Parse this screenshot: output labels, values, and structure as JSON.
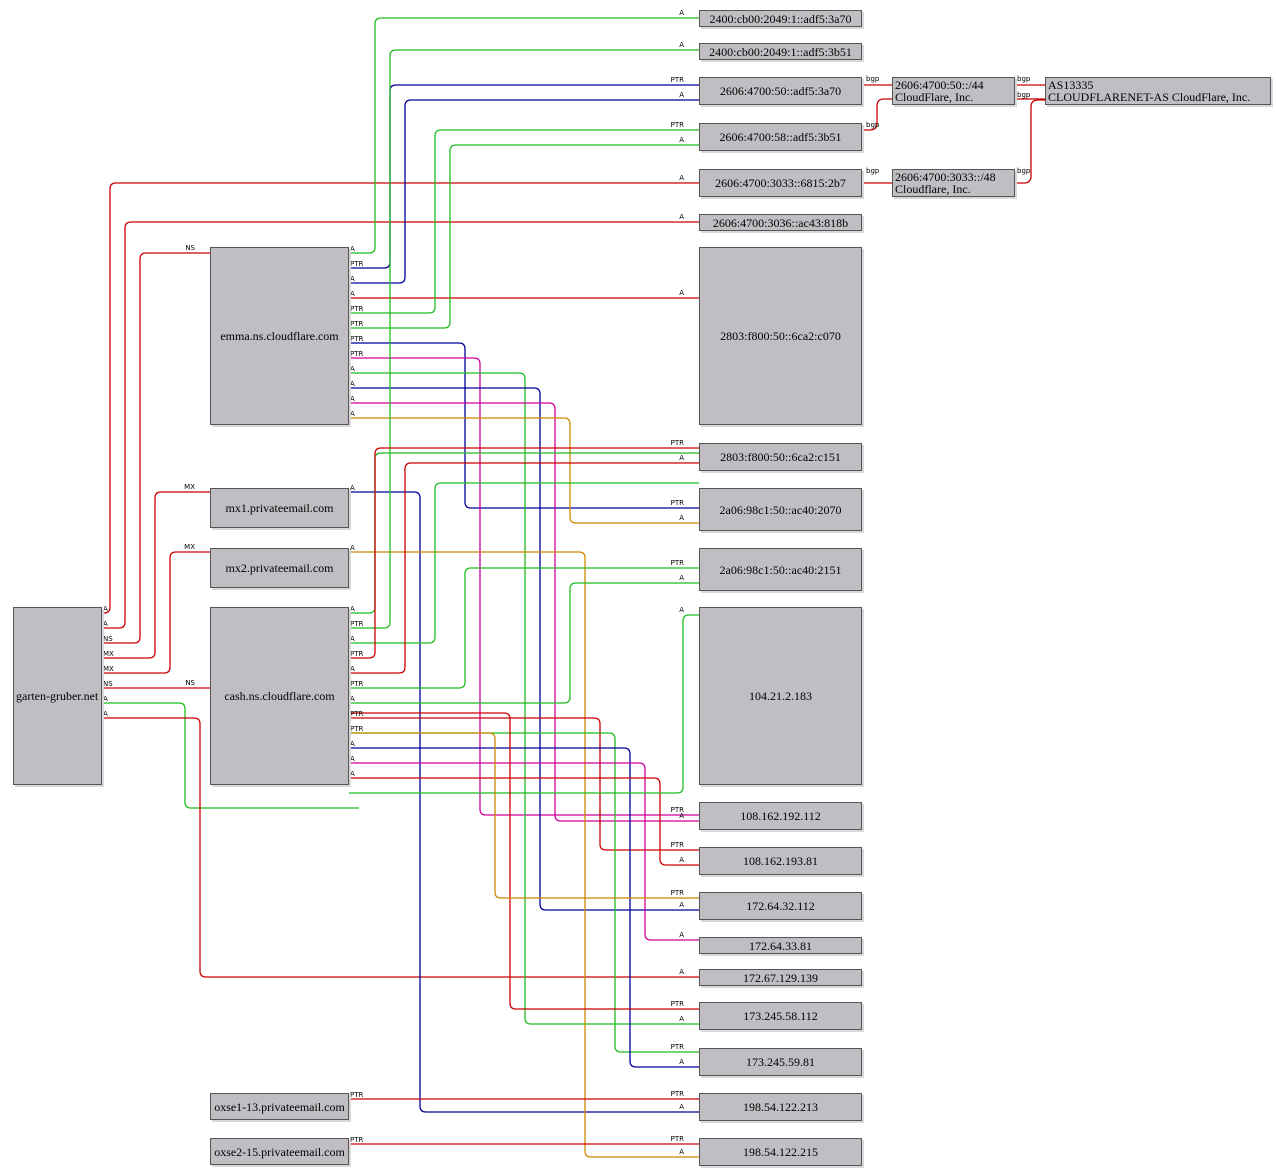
{
  "colors": {
    "red": "#cc0000",
    "green": "#22bb22",
    "blue": "#000099",
    "magenta": "#cc0099",
    "orange": "#cc8800",
    "node_fill": "#c0bec2"
  },
  "nodes": {
    "garten": "garten-gruber.net",
    "emma": "emma.ns.cloudflare.com",
    "cash": "cash.ns.cloudflare.com",
    "mx1": "mx1.privateemail.com",
    "mx2": "mx2.privateemail.com",
    "oxse13": "oxse1-13.privateemail.com",
    "oxse15": "oxse2-15.privateemail.com",
    "ip6_1": "2400:cb00:2049:1::adf5:3a70",
    "ip6_2": "2400:cb00:2049:1::adf5:3b51",
    "ip6_3": "2606:4700:50::adf5:3a70",
    "ip6_4": "2606:4700:58::adf5:3b51",
    "ip6_5": "2606:4700:3033::6815:2b7",
    "ip6_6": "2606:4700:3036::ac43:818b",
    "ip6_7": "2803:f800:50::6ca2:c070",
    "ip6_8": "2803:f800:50::6ca2:c151",
    "ip6_9": "2a06:98c1:50::ac40:2070",
    "ip6_10": "2a06:98c1:50::ac40:2151",
    "ip4_1": "104.21.2.183",
    "ip4_2": "108.162.192.112",
    "ip4_3": "108.162.193.81",
    "ip4_4": "172.64.32.112",
    "ip4_5": "172.64.33.81",
    "ip4_6": "172.67.129.139",
    "ip4_7": "173.245.58.112",
    "ip4_8": "173.245.59.81",
    "ip4_9": "198.54.122.213",
    "ip4_10": "198.54.122.215",
    "net1": [
      "2606:4700:50::/44",
      "CloudFlare, Inc."
    ],
    "net2": [
      "2606:4700:3033::/48",
      "Cloudflare, Inc."
    ],
    "asn": [
      "AS13335",
      "CLOUDFLARENET-AS CloudFlare, Inc."
    ]
  },
  "edge_labels": {
    "a": "A",
    "ptr": "PTR",
    "ns": "NS",
    "mx": "MX",
    "bgp": "bgp"
  }
}
